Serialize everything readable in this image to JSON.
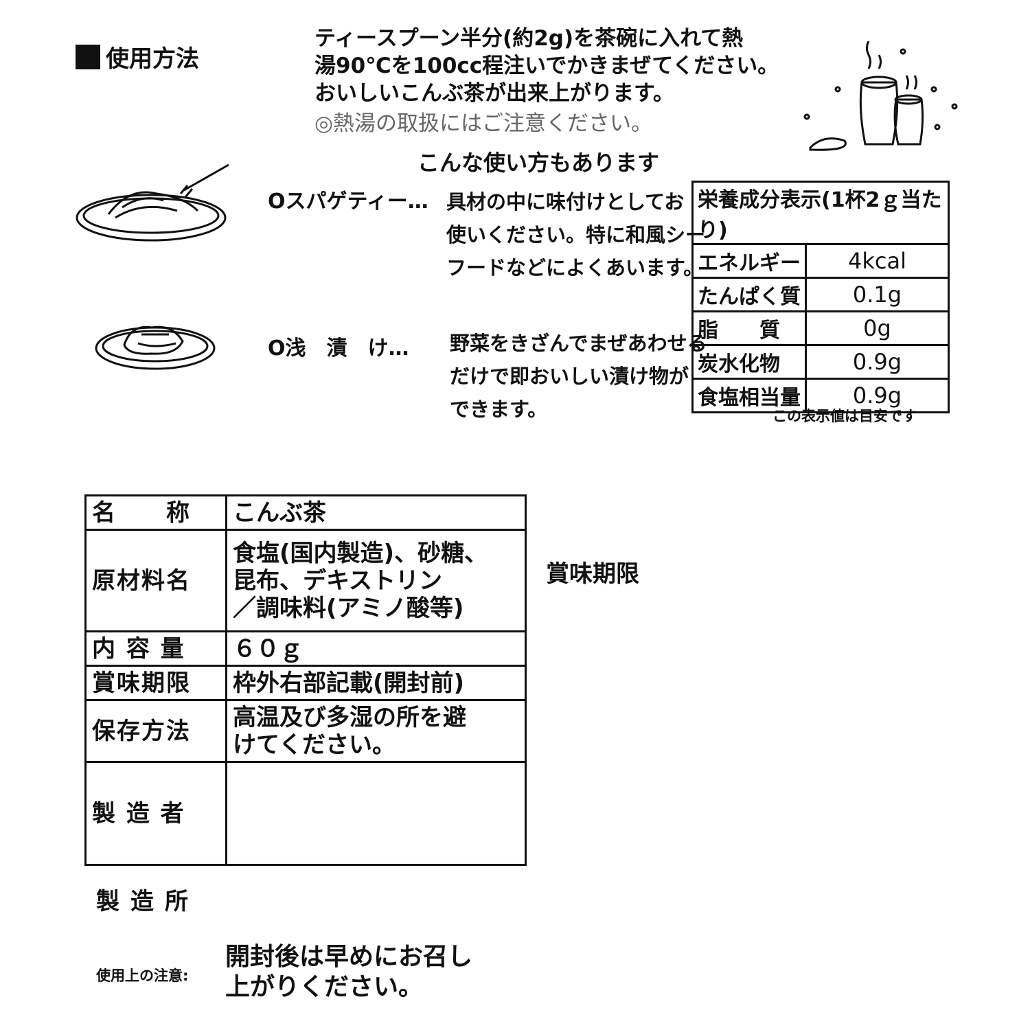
{
  "usage": {
    "title": "使用方法",
    "lines": [
      "ティースプーン半分(約2g)を茶碗に入れて熱",
      "湯90℃を100cc程注いでかきまぜてください。",
      "おいしいこんぶ茶が出来上がります。"
    ],
    "caution": "◎熱湯の取扱にはご注意ください。"
  },
  "other_uses": {
    "heading": "こんな使い方もあります",
    "items": [
      {
        "name": "Oスパゲティー…",
        "lines": [
          "具材の中に味付けとしてお",
          "使いください。特に和風シー",
          "フードなどによくあいます。"
        ]
      },
      {
        "name": "O浅　漬　け…",
        "lines": [
          "野菜をきざんでまぜあわせる",
          "だけで即おいしい漬け物が",
          "できます。"
        ]
      }
    ]
  },
  "nutrition": {
    "header": "栄養成分表示(1杯2ｇ当たり)",
    "rows": [
      {
        "label": "エネルギー",
        "value": "4kcal"
      },
      {
        "label": "たんぱく質",
        "value": "0.1g"
      },
      {
        "label": "脂　　質",
        "value": "0g"
      },
      {
        "label": "炭水化物",
        "value": "0.9g"
      },
      {
        "label": "食塩相当量",
        "value": "0.9g"
      }
    ],
    "note": "この表示値は目安です"
  },
  "label_table": [
    {
      "key": "名　　称",
      "value": "こんぶ茶"
    },
    {
      "key": "原材料名",
      "value": "食塩(国内製造)、砂糖、\n昆布、デキストリン\n／調味料(アミノ酸等)"
    },
    {
      "key": "内 容 量",
      "value": "６０ｇ"
    },
    {
      "key": "賞味期限",
      "value": "枠外右部記載(開封前)"
    },
    {
      "key": "保存方法",
      "value": "高温及び多湿の所を避\nけてください。"
    },
    {
      "key": "製 造 者",
      "value": ""
    }
  ],
  "best_before_label": "賞味期限",
  "factory_label": "製造所",
  "caution": {
    "label": "使用上の注意:",
    "lines": [
      "開封後は早めにお召し",
      "上がりください。"
    ]
  }
}
